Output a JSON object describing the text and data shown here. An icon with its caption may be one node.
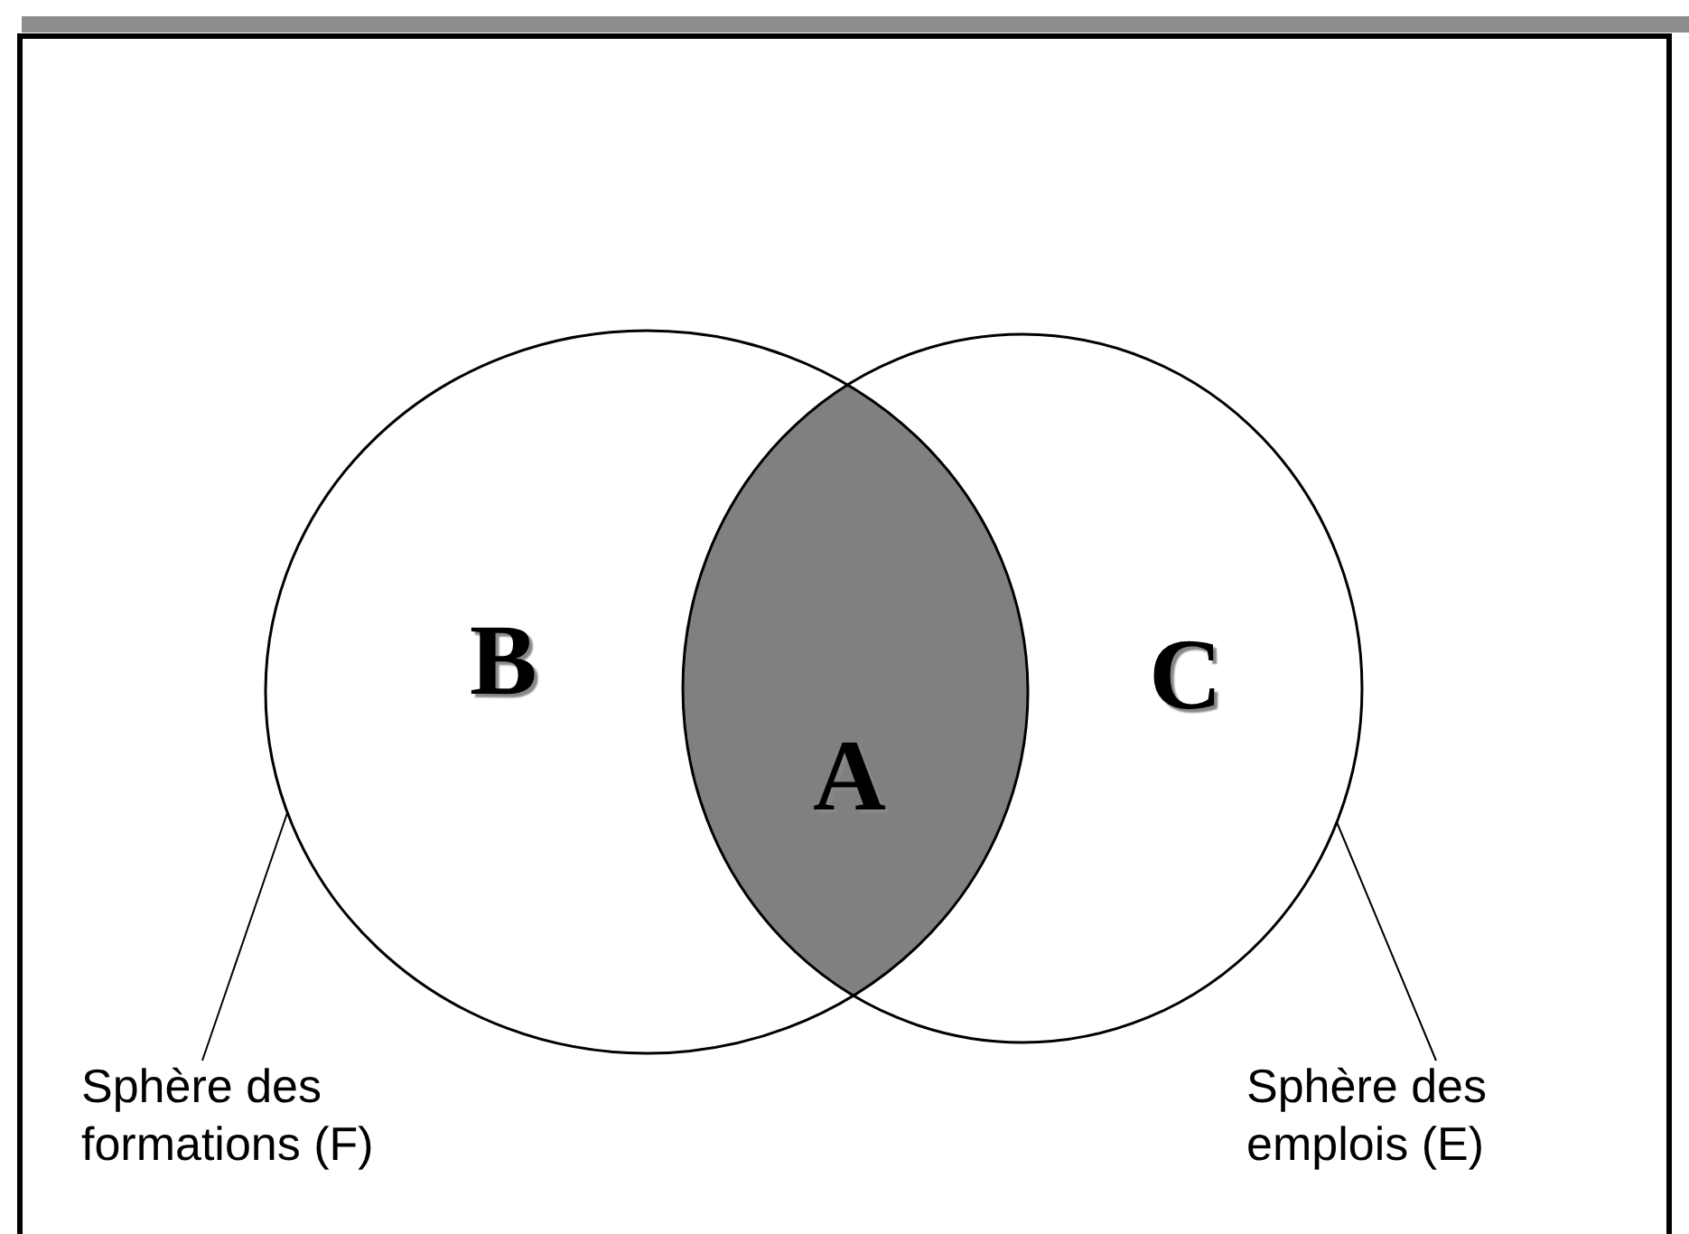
{
  "diagram": {
    "nodes": [
      {
        "text": [],
        "shape": "circle"
      },
      {
        "text": [],
        "shape": "circle"
      },
      {
        "text": [
          "Sphère des formations (F)"
        ]
      },
      {
        "text": [
          "Sphère des emplois (E)"
        ]
      }
    ],
    "edges": [
      {
        "from": 2,
        "to": 0,
        "arrow": "none"
      },
      {
        "from": 3,
        "to": 1,
        "arrow": "none"
      }
    ],
    "labels": [
      "B",
      "C",
      "A"
    ]
  }
}
